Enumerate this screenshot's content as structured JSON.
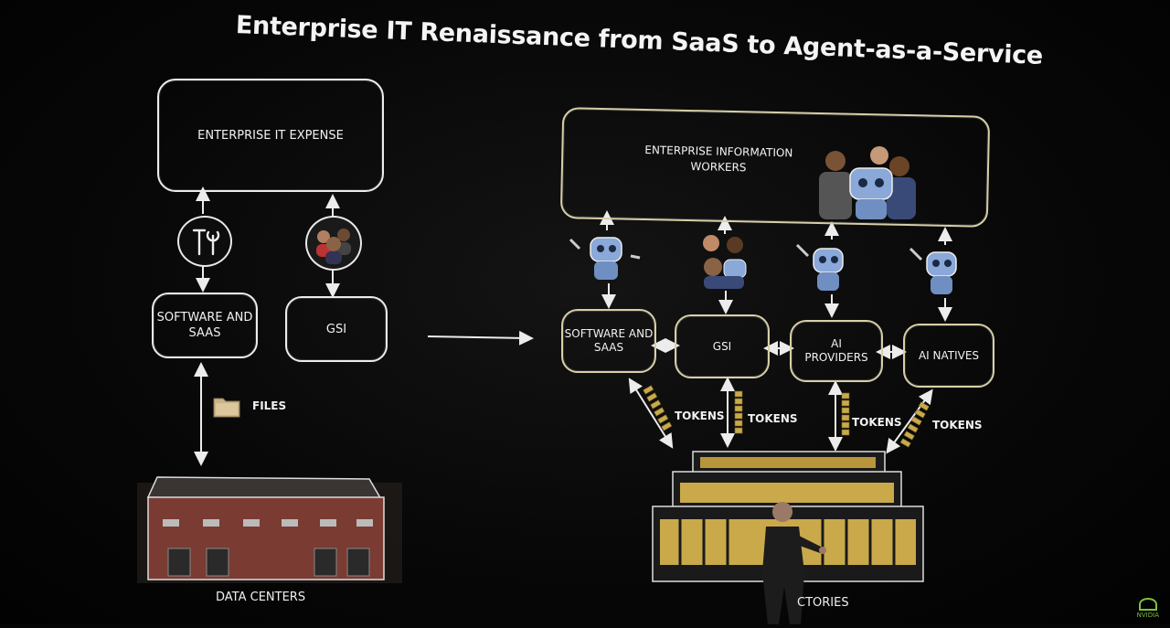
{
  "title": "Enterprise IT Renaissance from SaaS to Agent-as-a-Service",
  "left": {
    "expense": "Enterprise IT Expense",
    "software": "Software and SaaS",
    "gsi": "GSI",
    "files": "FILES",
    "datacenters": "Data Centers"
  },
  "right": {
    "workers": "Enterprise Information Workers",
    "software": "Software and SaaS",
    "gsi": "GSI",
    "ai_providers": "AI Providers",
    "ai_natives": "AI Natives",
    "tokens": "TOKENS",
    "factories": "CTORIES"
  },
  "logo": "NVIDIA",
  "colors": {
    "line": "#ececec",
    "gold": "#c9a94a",
    "brick": "#7a3b32",
    "bg": "#060606"
  }
}
